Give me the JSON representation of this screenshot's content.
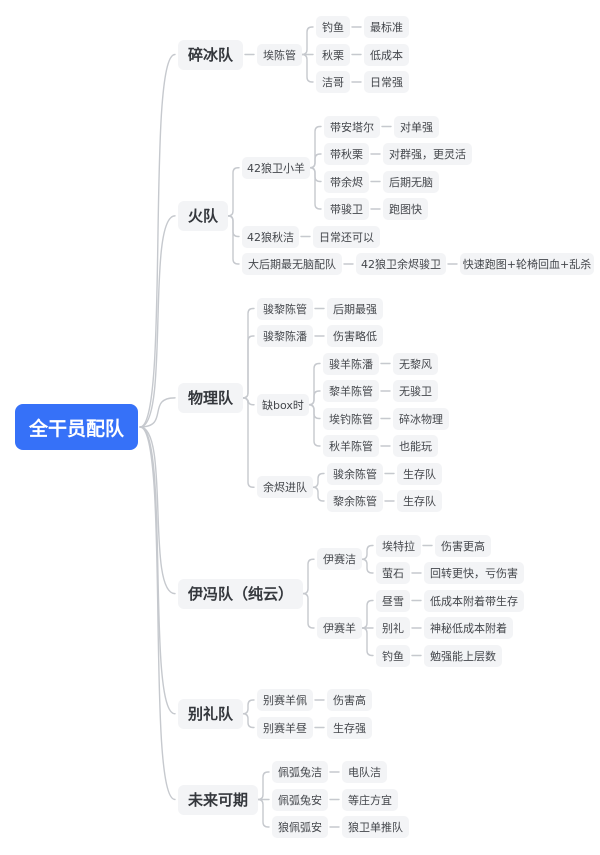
{
  "colors": {
    "canvas_bg": "#ffffff",
    "root_bg": "#3671f8",
    "root_text": "#ffffff",
    "node_bg": "#f3f4f6",
    "node_text": "#43464b",
    "line": "#c6c9ce"
  },
  "root": {
    "label": "全干员配队",
    "children": [
      {
        "label": "碎冰队",
        "children": [
          {
            "label": "埃陈管",
            "children": [
              {
                "label": "钓鱼",
                "children": [
                  {
                    "label": "最标准"
                  }
                ]
              },
              {
                "label": "秋栗",
                "children": [
                  {
                    "label": "低成本"
                  }
                ]
              },
              {
                "label": "洁哥",
                "children": [
                  {
                    "label": "日常强"
                  }
                ]
              }
            ]
          }
        ]
      },
      {
        "label": "火队",
        "children": [
          {
            "label": "42狼卫小羊",
            "children": [
              {
                "label": "带安塔尔",
                "children": [
                  {
                    "label": "对单强"
                  }
                ]
              },
              {
                "label": "带秋栗",
                "children": [
                  {
                    "label": "对群强，更灵活"
                  }
                ]
              },
              {
                "label": "带余烬",
                "children": [
                  {
                    "label": "后期无脑"
                  }
                ]
              },
              {
                "label": "带骏卫",
                "children": [
                  {
                    "label": "跑图快"
                  }
                ]
              }
            ]
          },
          {
            "label": "42狼秋洁",
            "children": [
              {
                "label": "日常还可以"
              }
            ]
          },
          {
            "label": "大后期最无脑配队",
            "children": [
              {
                "label": "42狼卫余烬骏卫",
                "children": [
                  {
                    "label": "快速跑图+轮椅回血+乱杀"
                  }
                ]
              }
            ]
          }
        ]
      },
      {
        "label": "物理队",
        "children": [
          {
            "label": "骏黎陈管",
            "children": [
              {
                "label": "后期最强"
              }
            ]
          },
          {
            "label": "骏黎陈潘",
            "children": [
              {
                "label": "伤害略低"
              }
            ]
          },
          {
            "label": "缺box时",
            "children": [
              {
                "label": "骏羊陈潘",
                "children": [
                  {
                    "label": "无黎风"
                  }
                ]
              },
              {
                "label": "黎羊陈管",
                "children": [
                  {
                    "label": "无骏卫"
                  }
                ]
              },
              {
                "label": "埃钓陈管",
                "children": [
                  {
                    "label": "碎冰物理"
                  }
                ]
              },
              {
                "label": "秋羊陈管",
                "children": [
                  {
                    "label": "也能玩"
                  }
                ]
              }
            ]
          },
          {
            "label": "余烬进队",
            "children": [
              {
                "label": "骏余陈管",
                "children": [
                  {
                    "label": "生存队"
                  }
                ]
              },
              {
                "label": "黎余陈管",
                "children": [
                  {
                    "label": "生存队"
                  }
                ]
              }
            ]
          }
        ]
      },
      {
        "label": "伊冯队（纯云）",
        "children": [
          {
            "label": "伊赛洁",
            "children": [
              {
                "label": "埃特拉",
                "children": [
                  {
                    "label": "伤害更高"
                  }
                ]
              },
              {
                "label": "萤石",
                "children": [
                  {
                    "label": "回转更快，亏伤害"
                  }
                ]
              }
            ]
          },
          {
            "label": "伊赛羊",
            "children": [
              {
                "label": "昼雪",
                "children": [
                  {
                    "label": "低成本附着带生存"
                  }
                ]
              },
              {
                "label": "别礼",
                "children": [
                  {
                    "label": "神秘低成本附着"
                  }
                ]
              },
              {
                "label": "钓鱼",
                "children": [
                  {
                    "label": "勉强能上层数"
                  }
                ]
              }
            ]
          }
        ]
      },
      {
        "label": "别礼队",
        "children": [
          {
            "label": "别赛羊佩",
            "children": [
              {
                "label": "伤害高"
              }
            ]
          },
          {
            "label": "别赛羊昼",
            "children": [
              {
                "label": "生存强"
              }
            ]
          }
        ]
      },
      {
        "label": "未来可期",
        "children": [
          {
            "label": "佩弧兔洁",
            "children": [
              {
                "label": "电队洁"
              }
            ]
          },
          {
            "label": "佩弧兔安",
            "children": [
              {
                "label": "等庄方宜"
              }
            ]
          },
          {
            "label": "狼佩弧安",
            "children": [
              {
                "label": "狼卫单推队"
              }
            ]
          }
        ]
      }
    ]
  }
}
